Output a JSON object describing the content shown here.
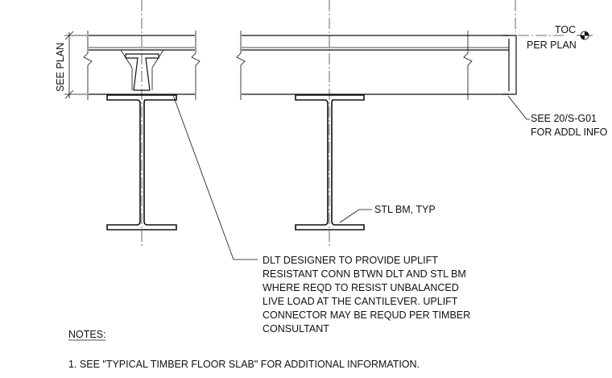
{
  "labels": {
    "toc": "TOC",
    "per_plan": "PER PLAN",
    "see_plan": "SEE PLAN",
    "see_ref_line1": "SEE  20/S-G01",
    "see_ref_line2": "FOR ADDL INFO",
    "stl_bm": "STL BM, TYP"
  },
  "callout": {
    "lines": [
      "DLT DESIGNER TO PROVIDE UPLIFT",
      "RESISTANT CONN BTWN DLT AND STL BM",
      "WHERE REQD TO RESIST UNBALANCED",
      "LIVE LOAD AT THE CANTILEVER. UPLIFT",
      "CONNECTOR MAY BE REQUD PER TIMBER",
      "CONSULTANT"
    ]
  },
  "notes": {
    "heading": "NOTES:",
    "items": [
      "1.   SEE \"TYPICAL TIMBER FLOOR SLAB\" FOR ADDITIONAL INFORMATION."
    ]
  }
}
